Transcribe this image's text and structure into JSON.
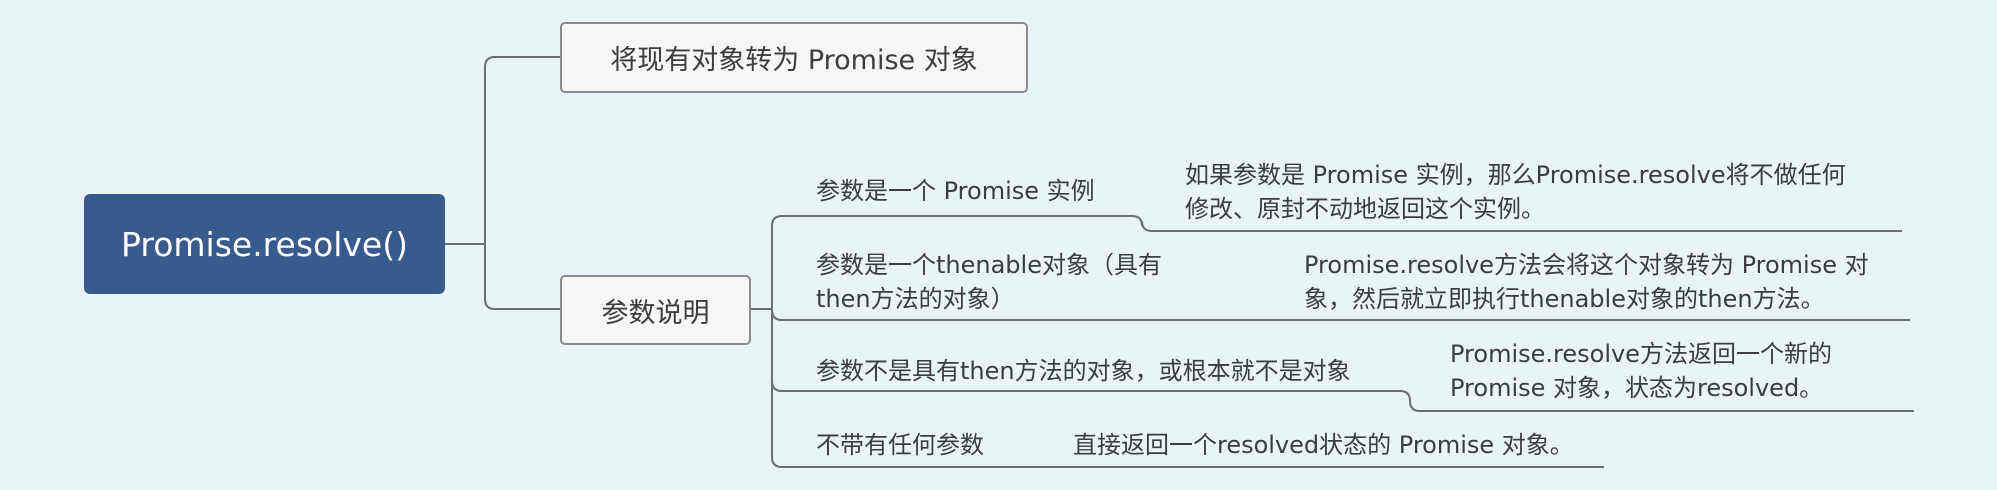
{
  "root": {
    "label": "Promise.resolve()"
  },
  "branches": {
    "convert": {
      "label": "将现有对象转为 Promise 对象"
    },
    "params": {
      "label": "参数说明"
    }
  },
  "cases": [
    {
      "condition": [
        "参数是一个 Promise 实例"
      ],
      "result": [
        "如果参数是 Promise 实例，那么Promise.resolve将不做任何",
        "修改、原封不动地返回这个实例。"
      ]
    },
    {
      "condition": [
        "参数是一个thenable对象（具有",
        "then方法的对象）"
      ],
      "result": [
        "Promise.resolve方法会将这个对象转为 Promise 对",
        "象，然后就立即执行thenable对象的then方法。"
      ]
    },
    {
      "condition": [
        "参数不是具有then方法的对象，或根本就不是对象"
      ],
      "result": [
        "Promise.resolve方法返回一个新的",
        "Promise 对象，状态为resolved。"
      ]
    },
    {
      "condition": [
        "不带有任何参数"
      ],
      "result": [
        "直接返回一个resolved状态的 Promise 对象。"
      ]
    }
  ],
  "colors": {
    "background": "#e9f4f7",
    "root_fill": "#385a8c",
    "connector": "#6e6e6e",
    "box_fill": "#f6f6f6"
  }
}
